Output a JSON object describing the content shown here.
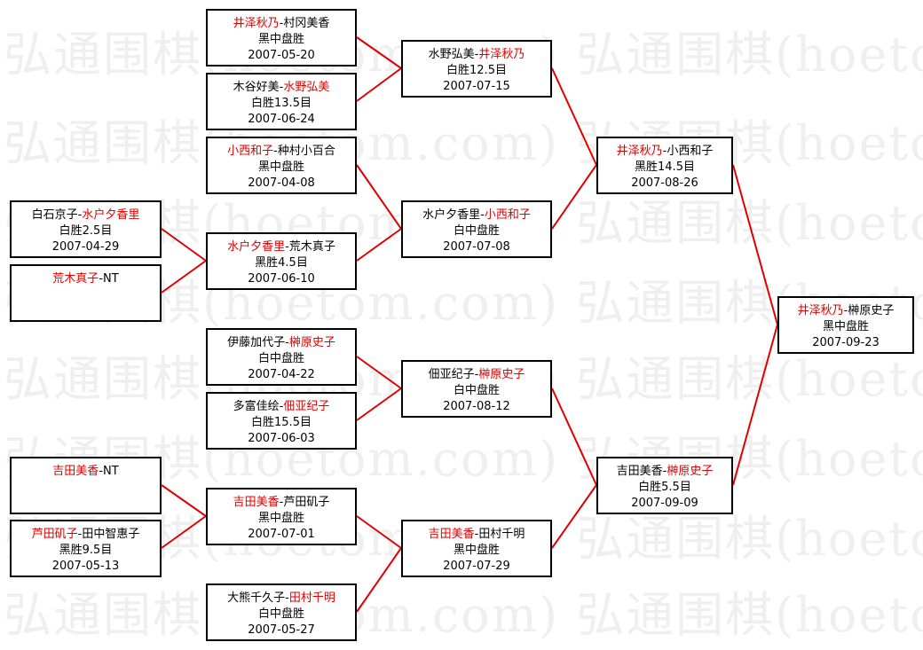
{
  "watermark": {
    "line": "弘通围棋(hoetom.com) 弘通围棋(hoetom.com)"
  },
  "colors": {
    "winner": "#e00000",
    "connector": "#e00000",
    "border": "#000000"
  },
  "matches": {
    "r1a": {
      "p1": "白石京子",
      "sep": "-",
      "p2": "水户夕香里",
      "result": "白胜2.5目",
      "date": "2007-04-29"
    },
    "r1b": {
      "p1": "荒木真子",
      "sep": "-",
      "p2": "NT",
      "result": "",
      "date": ""
    },
    "r1c": {
      "p1": "吉田美香",
      "sep": "-",
      "p2": "NT",
      "result": "",
      "date": ""
    },
    "r1d": {
      "p1": "芦田矶子",
      "sep": "-",
      "p2": "田中智惠子",
      "result": "黑胜9.5目",
      "date": "2007-05-13"
    },
    "r2a": {
      "p1": "井泽秋乃",
      "sep": "-",
      "p2": "村冈美香",
      "result": "黑中盘胜",
      "date": "2007-05-20"
    },
    "r2b": {
      "p1": "木谷好美",
      "sep": "-",
      "p2": "水野弘美",
      "result": "白胜13.5目",
      "date": "2007-06-24"
    },
    "r2c": {
      "p1": "小西和子",
      "sep": "-",
      "p2": "种村小百合",
      "result": "黑中盘胜",
      "date": "2007-04-08"
    },
    "r2d": {
      "p1": "水户夕香里",
      "sep": "-",
      "p2": "荒木真子",
      "result": "黑胜4.5目",
      "date": "2007-06-10"
    },
    "r2e": {
      "p1": "伊藤加代子",
      "sep": "-",
      "p2": "榊原史子",
      "result": "白中盘胜",
      "date": "2007-04-22"
    },
    "r2f": {
      "p1": "多富佳绘",
      "sep": "-",
      "p2": "佃亚纪子",
      "result": "白胜15.5目",
      "date": "2007-06-03"
    },
    "r2g": {
      "p1": "吉田美香",
      "sep": "-",
      "p2": "芦田矶子",
      "result": "黑中盘胜",
      "date": "2007-07-01"
    },
    "r2h": {
      "p1": "大熊千久子",
      "sep": "-",
      "p2": "田村千明",
      "result": "白中盘胜",
      "date": "2007-05-27"
    },
    "r3a": {
      "p1": "水野弘美",
      "sep": "-",
      "p2": "井泽秋乃",
      "result": "白胜12.5目",
      "date": "2007-07-15"
    },
    "r3b": {
      "p1": "水户夕香里",
      "sep": "-",
      "p2": "小西和子",
      "result": "白中盘胜",
      "date": "2007-07-08"
    },
    "r3c": {
      "p1": "佃亚纪子",
      "sep": "-",
      "p2": "榊原史子",
      "result": "白中盘胜",
      "date": "2007-08-12"
    },
    "r3d": {
      "p1": "吉田美香",
      "sep": "-",
      "p2": "田村千明",
      "result": "黑中盘胜",
      "date": "2007-07-29"
    },
    "r4a": {
      "p1": "井泽秋乃",
      "sep": "-",
      "p2": "小西和子",
      "result": "黑胜14.5目",
      "date": "2007-08-26"
    },
    "r4b": {
      "p1": "吉田美香",
      "sep": "-",
      "p2": "榊原史子",
      "result": "白胜5.5目",
      "date": "2007-09-09"
    },
    "final": {
      "p1": "井泽秋乃",
      "sep": "-",
      "p2": "榊原史子",
      "result": "黑中盘胜",
      "date": "2007-09-23"
    }
  }
}
